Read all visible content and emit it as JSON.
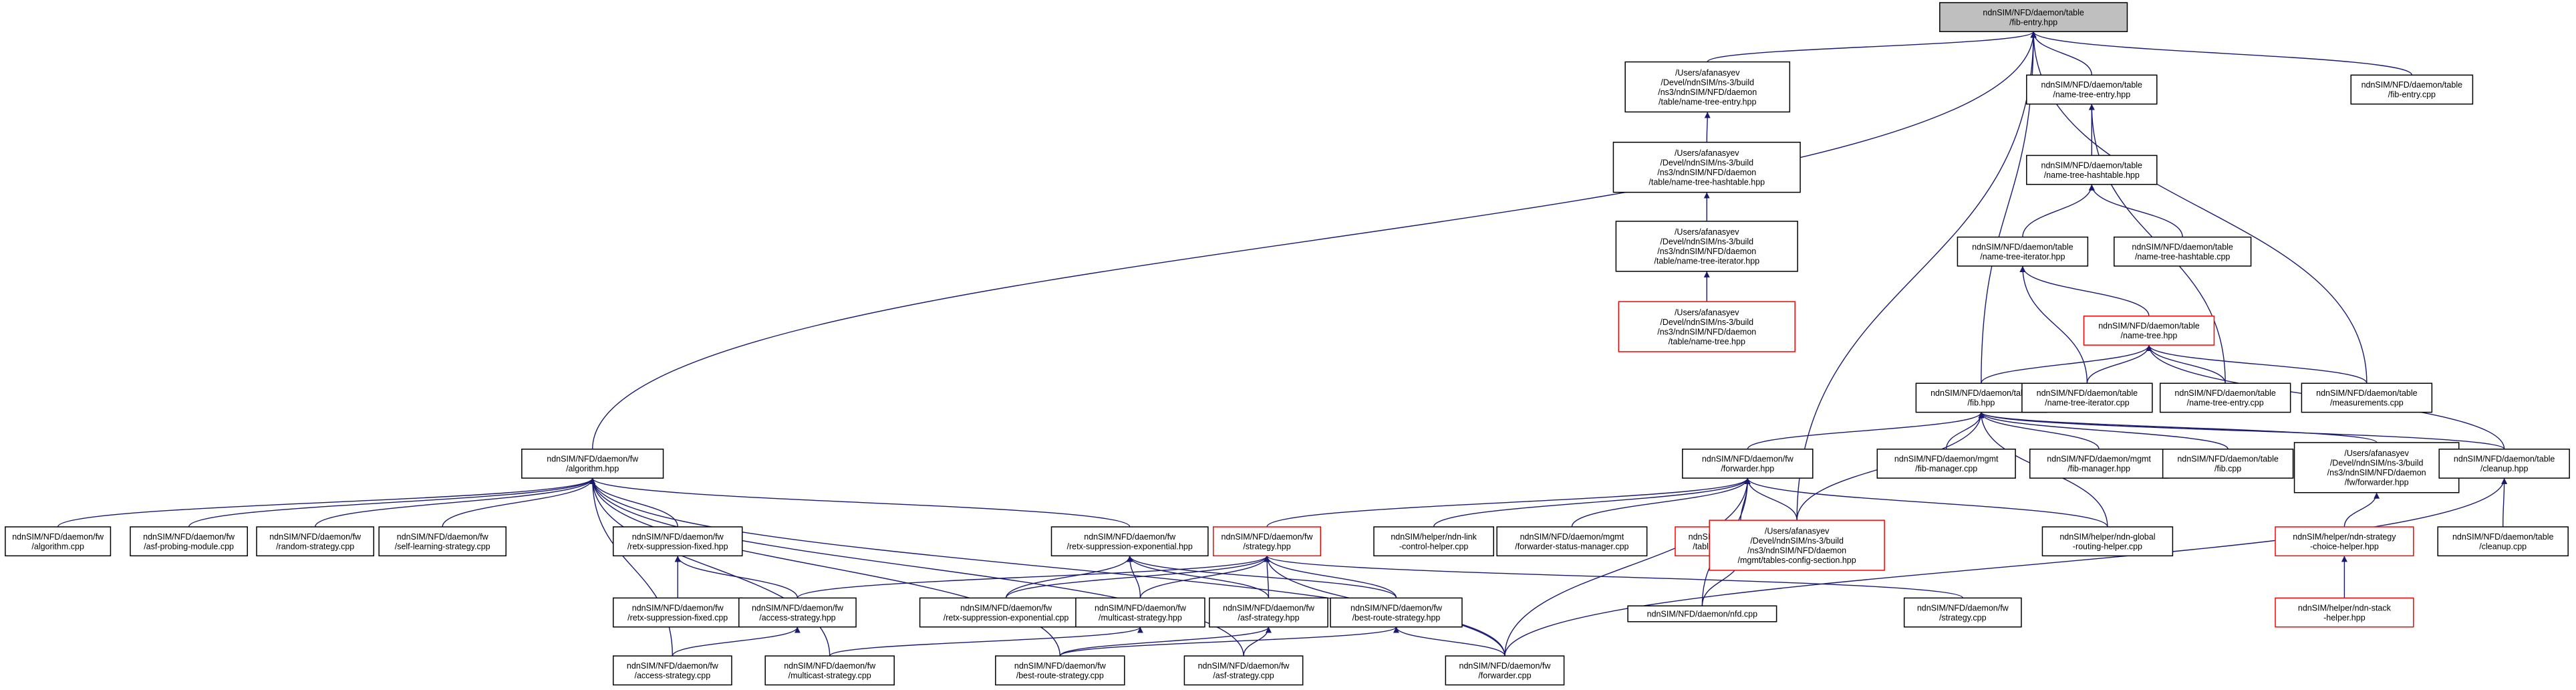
{
  "colors": {
    "edge": "#191970",
    "node_border": "#000000",
    "incomplete_border": "#ff0000",
    "root_fill": "#bfbfbf"
  },
  "nodes": [
    {
      "id": "root",
      "lines": [
        "ndnSIM/NFD/daemon/table",
        "/fib-entry.hpp"
      ],
      "style": "root"
    },
    {
      "id": "nte_abs",
      "lines": [
        "/Users/afanasyev",
        "/Devel/ndnSIM/ns-3/build",
        "/ns3/ndnSIM/NFD/daemon",
        "/table/name-tree-entry.hpp"
      ]
    },
    {
      "id": "nte",
      "lines": [
        "ndnSIM/NFD/daemon/table",
        "/name-tree-entry.hpp"
      ]
    },
    {
      "id": "fibcpp_e",
      "lines": [
        "ndnSIM/NFD/daemon/table",
        "/fib-entry.cpp"
      ]
    },
    {
      "id": "nth_abs",
      "lines": [
        "/Users/afanasyev",
        "/Devel/ndnSIM/ns-3/build",
        "/ns3/ndnSIM/NFD/daemon",
        "/table/name-tree-hashtable.hpp"
      ]
    },
    {
      "id": "nth",
      "lines": [
        "ndnSIM/NFD/daemon/table",
        "/name-tree-hashtable.hpp"
      ]
    },
    {
      "id": "nti_abs",
      "lines": [
        "/Users/afanasyev",
        "/Devel/ndnSIM/ns-3/build",
        "/ns3/ndnSIM/NFD/daemon",
        "/table/name-tree-iterator.hpp"
      ]
    },
    {
      "id": "nti",
      "lines": [
        "ndnSIM/NFD/daemon/table",
        "/name-tree-iterator.hpp"
      ]
    },
    {
      "id": "nthcpp",
      "lines": [
        "ndnSIM/NFD/daemon/table",
        "/name-tree-hashtable.cpp"
      ]
    },
    {
      "id": "nt_abs",
      "lines": [
        "/Users/afanasyev",
        "/Devel/ndnSIM/ns-3/build",
        "/ns3/ndnSIM/NFD/daemon",
        "/table/name-tree.hpp"
      ],
      "style": "red"
    },
    {
      "id": "nt",
      "lines": [
        "ndnSIM/NFD/daemon/table",
        "/name-tree.hpp"
      ],
      "style": "red"
    },
    {
      "id": "fib",
      "lines": [
        "ndnSIM/NFD/daemon/table",
        "/fib.hpp"
      ]
    },
    {
      "id": "nticpp",
      "lines": [
        "ndnSIM/NFD/daemon/table",
        "/name-tree-iterator.cpp"
      ]
    },
    {
      "id": "ntecpp",
      "lines": [
        "ndnSIM/NFD/daemon/table",
        "/name-tree-entry.cpp"
      ]
    },
    {
      "id": "meas",
      "lines": [
        "ndnSIM/NFD/daemon/table",
        "/measurements.cpp"
      ]
    },
    {
      "id": "algo",
      "lines": [
        "ndnSIM/NFD/daemon/fw",
        "/algorithm.hpp"
      ]
    },
    {
      "id": "fwd",
      "lines": [
        "ndnSIM/NFD/daemon/fw",
        "/forwarder.hpp"
      ]
    },
    {
      "id": "fibmgr1",
      "lines": [
        "ndnSIM/NFD/daemon/mgmt",
        "/fib-manager.cpp"
      ]
    },
    {
      "id": "fibmgr2",
      "lines": [
        "ndnSIM/NFD/daemon/mgmt",
        "/fib-manager.hpp"
      ]
    },
    {
      "id": "fibcpp",
      "lines": [
        "ndnSIM/NFD/daemon/table",
        "/fib.cpp"
      ]
    },
    {
      "id": "fwd_abs",
      "lines": [
        "/Users/afanasyev",
        "/Devel/ndnSIM/ns-3/build",
        "/ns3/ndnSIM/NFD/daemon",
        "/fw/forwarder.hpp"
      ]
    },
    {
      "id": "cleanup",
      "lines": [
        "ndnSIM/NFD/daemon/table",
        "/cleanup.hpp"
      ]
    },
    {
      "id": "algocpp",
      "lines": [
        "ndnSIM/NFD/daemon/fw",
        "/algorithm.cpp"
      ]
    },
    {
      "id": "asfprob",
      "lines": [
        "ndnSIM/NFD/daemon/fw",
        "/asf-probing-module.cpp"
      ]
    },
    {
      "id": "random",
      "lines": [
        "ndnSIM/NFD/daemon/fw",
        "/random-strategy.cpp"
      ]
    },
    {
      "id": "selflearn",
      "lines": [
        "ndnSIM/NFD/daemon/fw",
        "/self-learning-strategy.cpp"
      ]
    },
    {
      "id": "retxfixed",
      "lines": [
        "ndnSIM/NFD/daemon/fw",
        "/retx-suppression-fixed.hpp"
      ]
    },
    {
      "id": "retxexp",
      "lines": [
        "ndnSIM/NFD/daemon/fw",
        "/retx-suppression-exponential.hpp"
      ]
    },
    {
      "id": "strategy",
      "lines": [
        "ndnSIM/NFD/daemon/fw",
        "/strategy.hpp"
      ],
      "style": "red"
    },
    {
      "id": "linkctl",
      "lines": [
        "ndnSIM/helper/ndn-link",
        "-control-helper.cpp"
      ]
    },
    {
      "id": "fsm",
      "lines": [
        "ndnSIM/NFD/daemon/mgmt",
        "/forwarder-status-manager.cpp"
      ]
    },
    {
      "id": "tcs",
      "lines": [
        "ndnSIM/NFD/daemon/mgmt",
        "/tables-config-section.hpp"
      ],
      "style": "red"
    },
    {
      "id": "tcs_abs",
      "lines": [
        "/Users/afanasyev",
        "/Devel/ndnSIM/ns-3/build",
        "/ns3/ndnSIM/NFD/daemon",
        "/mgmt/tables-config-section.hpp"
      ],
      "style": "red"
    },
    {
      "id": "globalrouting",
      "lines": [
        "ndnSIM/helper/ndn-global",
        "-routing-helper.cpp"
      ]
    },
    {
      "id": "strathelper",
      "lines": [
        "ndnSIM/helper/ndn-strategy",
        "-choice-helper.hpp"
      ],
      "style": "red"
    },
    {
      "id": "cleanupcpp",
      "lines": [
        "ndnSIM/NFD/daemon/table",
        "/cleanup.cpp"
      ]
    },
    {
      "id": "retxfixedcpp",
      "lines": [
        "ndnSIM/NFD/daemon/fw",
        "/retx-suppression-fixed.cpp"
      ]
    },
    {
      "id": "accesshpp",
      "lines": [
        "ndnSIM/NFD/daemon/fw",
        "/access-strategy.hpp"
      ]
    },
    {
      "id": "retxexpcpp",
      "lines": [
        "ndnSIM/NFD/daemon/fw",
        "/retx-suppression-exponential.cpp"
      ]
    },
    {
      "id": "multicasthpp",
      "lines": [
        "ndnSIM/NFD/daemon/fw",
        "/multicast-strategy.hpp"
      ]
    },
    {
      "id": "asfhpp",
      "lines": [
        "ndnSIM/NFD/daemon/fw",
        "/asf-strategy.hpp"
      ]
    },
    {
      "id": "bestroutehpp",
      "lines": [
        "ndnSIM/NFD/daemon/fw",
        "/best-route-strategy.hpp"
      ]
    },
    {
      "id": "nfdcpp",
      "lines": [
        "ndnSIM/NFD/daemon/nfd.cpp"
      ]
    },
    {
      "id": "strategycpp",
      "lines": [
        "ndnSIM/NFD/daemon/fw",
        "/strategy.cpp"
      ]
    },
    {
      "id": "stackhelper",
      "lines": [
        "ndnSIM/helper/ndn-stack",
        "-helper.hpp"
      ],
      "style": "red"
    },
    {
      "id": "accesscpp",
      "lines": [
        "ndnSIM/NFD/daemon/fw",
        "/access-strategy.cpp"
      ]
    },
    {
      "id": "multicastcpp",
      "lines": [
        "ndnSIM/NFD/daemon/fw",
        "/multicast-strategy.cpp"
      ]
    },
    {
      "id": "bestroutecpp",
      "lines": [
        "ndnSIM/NFD/daemon/fw",
        "/best-route-strategy.cpp"
      ]
    },
    {
      "id": "asfcpp",
      "lines": [
        "ndnSIM/NFD/daemon/fw",
        "/asf-strategy.cpp"
      ]
    },
    {
      "id": "fwdcpp",
      "lines": [
        "ndnSIM/NFD/daemon/fw",
        "/forwarder.cpp"
      ]
    }
  ],
  "edges": [
    [
      "root",
      "nte_abs"
    ],
    [
      "root",
      "nte"
    ],
    [
      "root",
      "fibcpp_e"
    ],
    [
      "root",
      "algo"
    ],
    [
      "root",
      "fib"
    ],
    [
      "root",
      "meas"
    ],
    [
      "root",
      "tcs_abs"
    ],
    [
      "nte_abs",
      "nth_abs"
    ],
    [
      "nth_abs",
      "nti_abs"
    ],
    [
      "nti_abs",
      "nt_abs"
    ],
    [
      "nte",
      "nth"
    ],
    [
      "nte",
      "ntecpp"
    ],
    [
      "nth",
      "nti"
    ],
    [
      "nth",
      "nthcpp"
    ],
    [
      "nti",
      "nt"
    ],
    [
      "nti",
      "nticpp"
    ],
    [
      "nt",
      "fib"
    ],
    [
      "nt",
      "nticpp"
    ],
    [
      "nt",
      "ntecpp"
    ],
    [
      "nt",
      "meas"
    ],
    [
      "nt",
      "cleanup"
    ],
    [
      "fib",
      "fwd"
    ],
    [
      "fib",
      "fibmgr1"
    ],
    [
      "fib",
      "fibmgr2"
    ],
    [
      "fib",
      "fibcpp"
    ],
    [
      "fib",
      "fwd_abs"
    ],
    [
      "fib",
      "cleanup"
    ],
    [
      "fib",
      "tcs_abs"
    ],
    [
      "fib",
      "globalrouting"
    ],
    [
      "algo",
      "algocpp"
    ],
    [
      "algo",
      "asfprob"
    ],
    [
      "algo",
      "random"
    ],
    [
      "algo",
      "selflearn"
    ],
    [
      "algo",
      "retxfixed"
    ],
    [
      "algo",
      "retxexp"
    ],
    [
      "algo",
      "accesscpp"
    ],
    [
      "algo",
      "multicastcpp"
    ],
    [
      "algo",
      "bestroutecpp"
    ],
    [
      "algo",
      "asfcpp"
    ],
    [
      "algo",
      "fwdcpp"
    ],
    [
      "fwd",
      "strategy"
    ],
    [
      "fwd",
      "linkctl"
    ],
    [
      "fwd",
      "fsm"
    ],
    [
      "fwd",
      "tcs"
    ],
    [
      "fwd",
      "tcs_abs"
    ],
    [
      "fwd",
      "globalrouting"
    ],
    [
      "fwd",
      "nfdcpp"
    ],
    [
      "fwd",
      "fwdcpp"
    ],
    [
      "fwd_abs",
      "strathelper"
    ],
    [
      "strathelper",
      "stackhelper"
    ],
    [
      "cleanup",
      "cleanupcpp"
    ],
    [
      "cleanup",
      "fwdcpp"
    ],
    [
      "tcs",
      "nfdcpp"
    ],
    [
      "retxfixed",
      "retxfixedcpp"
    ],
    [
      "retxfixed",
      "accesshpp"
    ],
    [
      "retxexp",
      "retxexpcpp"
    ],
    [
      "retxexp",
      "multicasthpp"
    ],
    [
      "retxexp",
      "asfhpp"
    ],
    [
      "retxexp",
      "bestroutehpp"
    ],
    [
      "strategy",
      "accesshpp"
    ],
    [
      "strategy",
      "multicasthpp"
    ],
    [
      "strategy",
      "asfhpp"
    ],
    [
      "strategy",
      "bestroutehpp"
    ],
    [
      "strategy",
      "strategycpp"
    ],
    [
      "strategy",
      "fwdcpp"
    ],
    [
      "strategy",
      "retxexpcpp"
    ],
    [
      "accesshpp",
      "accesscpp"
    ],
    [
      "multicasthpp",
      "multicastcpp"
    ],
    [
      "asfhpp",
      "asfcpp"
    ],
    [
      "asfhpp",
      "bestroutecpp"
    ],
    [
      "bestroutehpp",
      "bestroutecpp"
    ],
    [
      "bestroutehpp",
      "fwdcpp"
    ]
  ]
}
